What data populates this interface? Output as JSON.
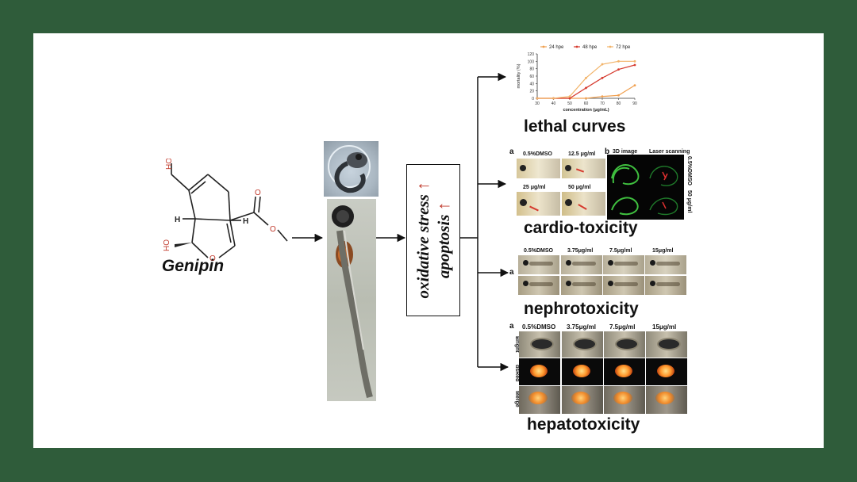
{
  "compound": {
    "name": "Genipin",
    "atoms": {
      "oh_top": "HO",
      "oh_left": "HO",
      "ring_o": "O",
      "carbonyl_o": "O",
      "ester_o": "O",
      "h_left": "H",
      "h_right": "H"
    }
  },
  "mechanism": {
    "line1": "oxidative stress",
    "line2": "apoptosis",
    "arrow_glyph": "↑"
  },
  "outcomes": {
    "lethal": "lethal curves",
    "cardio": "cardio-toxicity",
    "nephro": "nephrotoxicity",
    "hepato": "hepatotoxicity"
  },
  "cardio_panel": {
    "letter_a": "a",
    "letter_b": "b",
    "labels": [
      "0.5%DMSO",
      "12.5 μg/ml",
      "25 μg/ml",
      "50 μg/ml"
    ],
    "b_labels": [
      "3D image",
      "Laser scanning"
    ],
    "side_labels": [
      "0.5%DMSO",
      "50 μg/ml"
    ]
  },
  "nephro_panel": {
    "letter": "a",
    "labels": [
      "0.5%DMSO",
      "3.75μg/ml",
      "7.5μg/ml",
      "15μg/ml"
    ]
  },
  "hepato_panel": {
    "letter": "a",
    "labels": [
      "0.5%DMSO",
      "3.75μg/ml",
      "7.5μg/ml",
      "15μg/ml"
    ],
    "rows": [
      "Bright",
      "dsRed",
      "Merge"
    ]
  },
  "colors": {
    "background": "#2f5c3a",
    "panel": "#ffffff",
    "heteroatom": "#c0392b",
    "series_24": "#f0a050",
    "series_48": "#d63b2f",
    "series_72": "#f2b46a"
  },
  "chart_data": {
    "type": "line",
    "xlabel": "concentration (μg/mL)",
    "ylabel": "mortality (%)",
    "x": [
      30,
      40,
      50,
      60,
      70,
      80,
      90
    ],
    "xlim": [
      30,
      90
    ],
    "ylim": [
      0,
      120
    ],
    "yticks": [
      0,
      20,
      40,
      60,
      80,
      100,
      120
    ],
    "legend_position": "top",
    "series": [
      {
        "name": "24 hpe",
        "color": "#f0a050",
        "values": [
          0,
          0,
          0,
          0,
          5,
          8,
          35
        ]
      },
      {
        "name": "48 hpe",
        "color": "#d63b2f",
        "values": [
          0,
          0,
          0,
          28,
          55,
          78,
          90
        ]
      },
      {
        "name": "72 hpe",
        "color": "#f2b46a",
        "values": [
          0,
          0,
          5,
          55,
          92,
          100,
          100
        ]
      }
    ]
  }
}
